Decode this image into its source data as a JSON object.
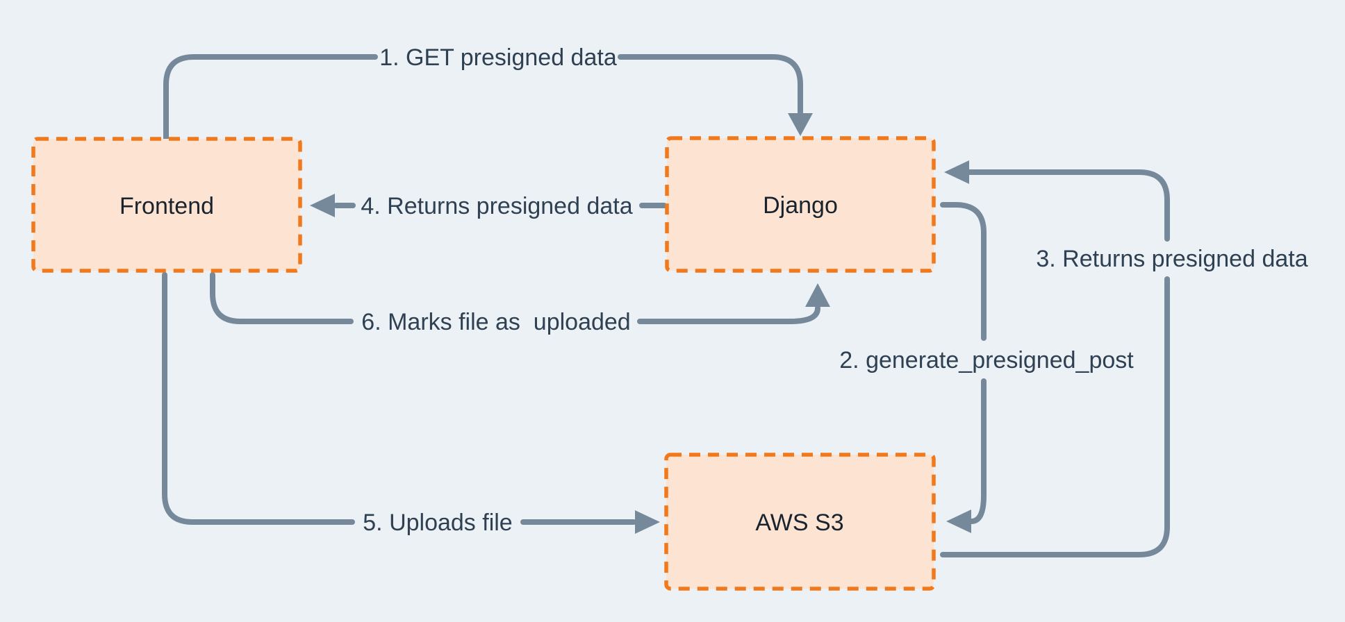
{
  "diagram": {
    "type": "flow-diagram",
    "nodes": [
      {
        "id": "frontend",
        "label": "Frontend"
      },
      {
        "id": "django",
        "label": "Django"
      },
      {
        "id": "aws-s3",
        "label": "AWS S3"
      }
    ],
    "edges": [
      {
        "id": "1",
        "label": "1. GET presigned data",
        "from": "Frontend",
        "to": "Django"
      },
      {
        "id": "2",
        "label": "2. generate_presigned_post",
        "from": "Django",
        "to": "AWS S3"
      },
      {
        "id": "3",
        "label": "3. Returns presigned data",
        "from": "AWS S3",
        "to": "Django"
      },
      {
        "id": "4",
        "label": "4. Returns presigned data",
        "from": "Django",
        "to": "Frontend"
      },
      {
        "id": "5",
        "label": "5. Uploads file",
        "from": "Frontend",
        "to": "AWS S3"
      },
      {
        "id": "6",
        "label": "6. Marks file as  uploaded",
        "from": "Frontend",
        "to": "Django"
      }
    ],
    "colors": {
      "bg": "#ECF1F5",
      "node_fill": "#FDE3D2",
      "node_border": "#F2791B",
      "node_text": "#19232E",
      "edge_stroke": "#76899B",
      "edge_text": "#2E4052"
    }
  }
}
